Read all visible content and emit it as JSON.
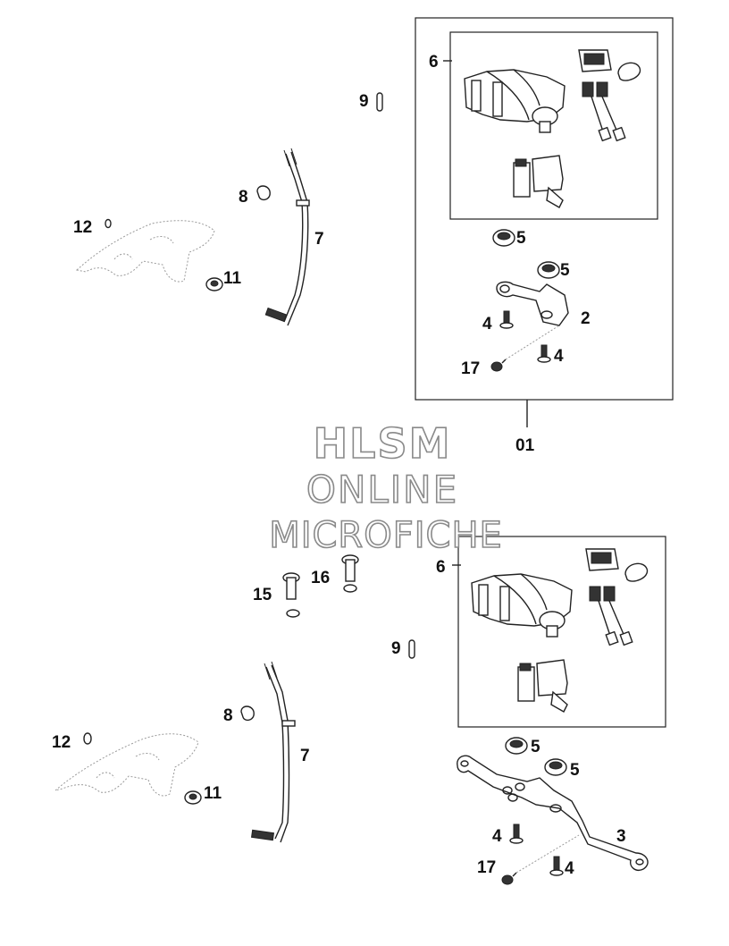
{
  "callouts": {
    "upper": {
      "c6": "6",
      "c9": "9",
      "c8": "8",
      "c7": "7",
      "c12": "12",
      "c11": "11",
      "c5a": "5",
      "c5b": "5",
      "c4a": "4",
      "c2": "2",
      "c17": "17",
      "c4b": "4",
      "c01": "01"
    },
    "lower": {
      "c6": "6",
      "c15": "15",
      "c16": "16",
      "c9": "9",
      "c8": "8",
      "c7": "7",
      "c12": "12",
      "c11": "11",
      "c5a": "5",
      "c5b": "5",
      "c3": "3",
      "c4a": "4",
      "c17": "17",
      "c4b": "4"
    }
  },
  "watermark": {
    "line1": "HLSM",
    "line2": "ONLINE",
    "line3": "MICROFICHE"
  }
}
